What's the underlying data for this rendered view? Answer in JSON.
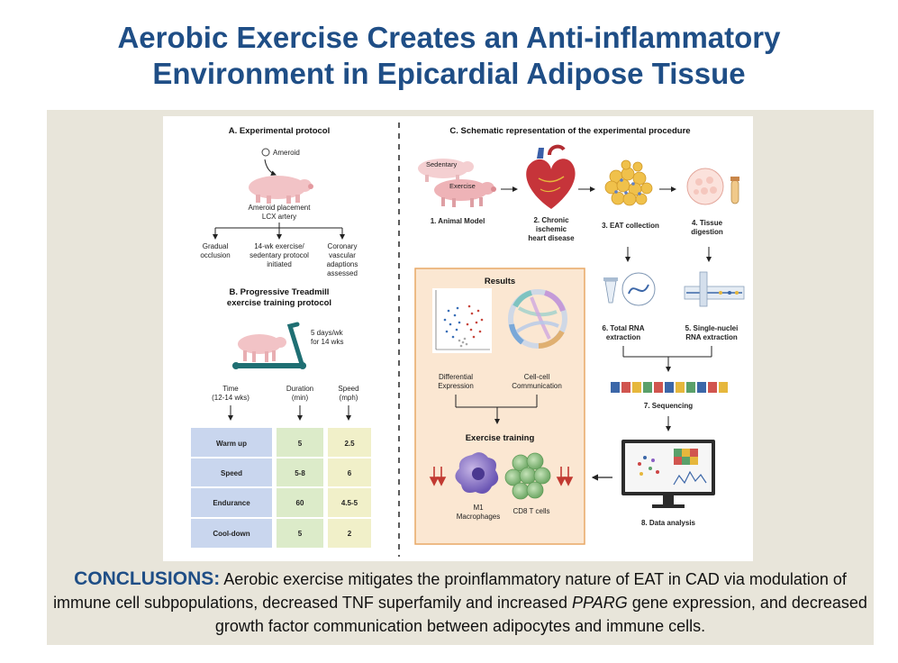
{
  "title": {
    "line1": "Aerobic Exercise Creates an Anti-inflammatory",
    "line2": "Environment in Epicardial Adipose Tissue"
  },
  "panel_a": {
    "heading": "A. Experimental protocol",
    "ameroid": "Ameroid",
    "placement_line1": "Ameroid placement",
    "placement_line2": "LCX artery",
    "branches": [
      {
        "line1": "Gradual",
        "line2": "occlusion",
        "line3": ""
      },
      {
        "line1": "14-wk exercise/",
        "line2": "sedentary protocol",
        "line3": "initiated"
      },
      {
        "line1": "Coronary",
        "line2": "vascular",
        "line3": "adaptions",
        "line4": "assessed"
      }
    ]
  },
  "panel_b": {
    "heading_line1": "B. Progressive Treadmill",
    "heading_line2": "exercise training protocol",
    "schedule_line1": "5 days/wk",
    "schedule_line2": "for 14 wks",
    "columns": [
      {
        "line1": "Time",
        "line2": "(12-14 wks)"
      },
      {
        "line1": "Duration",
        "line2": "(min)"
      },
      {
        "line1": "Speed",
        "line2": "(mph)"
      }
    ],
    "rows": [
      {
        "phase": "Warm up",
        "duration": "5",
        "speed": "2.5"
      },
      {
        "phase": "Speed",
        "duration": "5-8",
        "speed": "6"
      },
      {
        "phase": "Endurance",
        "duration": "60",
        "speed": "4.5-5"
      },
      {
        "phase": "Cool-down",
        "duration": "5",
        "speed": "2"
      }
    ],
    "colors": {
      "phase": "#c9d6ee",
      "duration": "#dcebc9",
      "speed": "#f1f0c9"
    }
  },
  "panel_c": {
    "heading": "C. Schematic representation of the experimental procedure",
    "sedentary": "Sedentary",
    "exercise": "Exercise",
    "steps": {
      "s1": "1. Animal Model",
      "s2_line1": "2. Chronic",
      "s2_line2": "ischemic",
      "s2_line3": "heart disease",
      "s3": "3. EAT collection",
      "s4_line1": "4. Tissue",
      "s4_line2": "digestion",
      "s5_line1": "5. Single-nuclei",
      "s5_line2": "RNA extraction",
      "s6_line1": "6. Total RNA",
      "s6_line2": "extraction",
      "s7": "7. Sequencing",
      "s8": "8. Data analysis"
    },
    "results": {
      "heading": "Results",
      "de_line1": "Differential",
      "de_line2": "Expression",
      "cc_line1": "Cell-cell",
      "cc_line2": "Communication",
      "training": "Exercise training",
      "m1_line1": "M1",
      "m1_line2": "Macrophages",
      "cd8": "CD8 T cells",
      "box_color": "#fbe7d2",
      "box_border": "#e8a866"
    }
  },
  "conclusions": {
    "label": "CONCLUSIONS:",
    "text1": "Aerobic exercise mitigates the proinflammatory nature of EAT in CAD via modulation of immune cell subpopulations, decreased TNF superfamily and increased",
    "gene": "PPARG",
    "text2": "gene expression, and decreased growth factor communication between adipocytes and immune cells."
  }
}
